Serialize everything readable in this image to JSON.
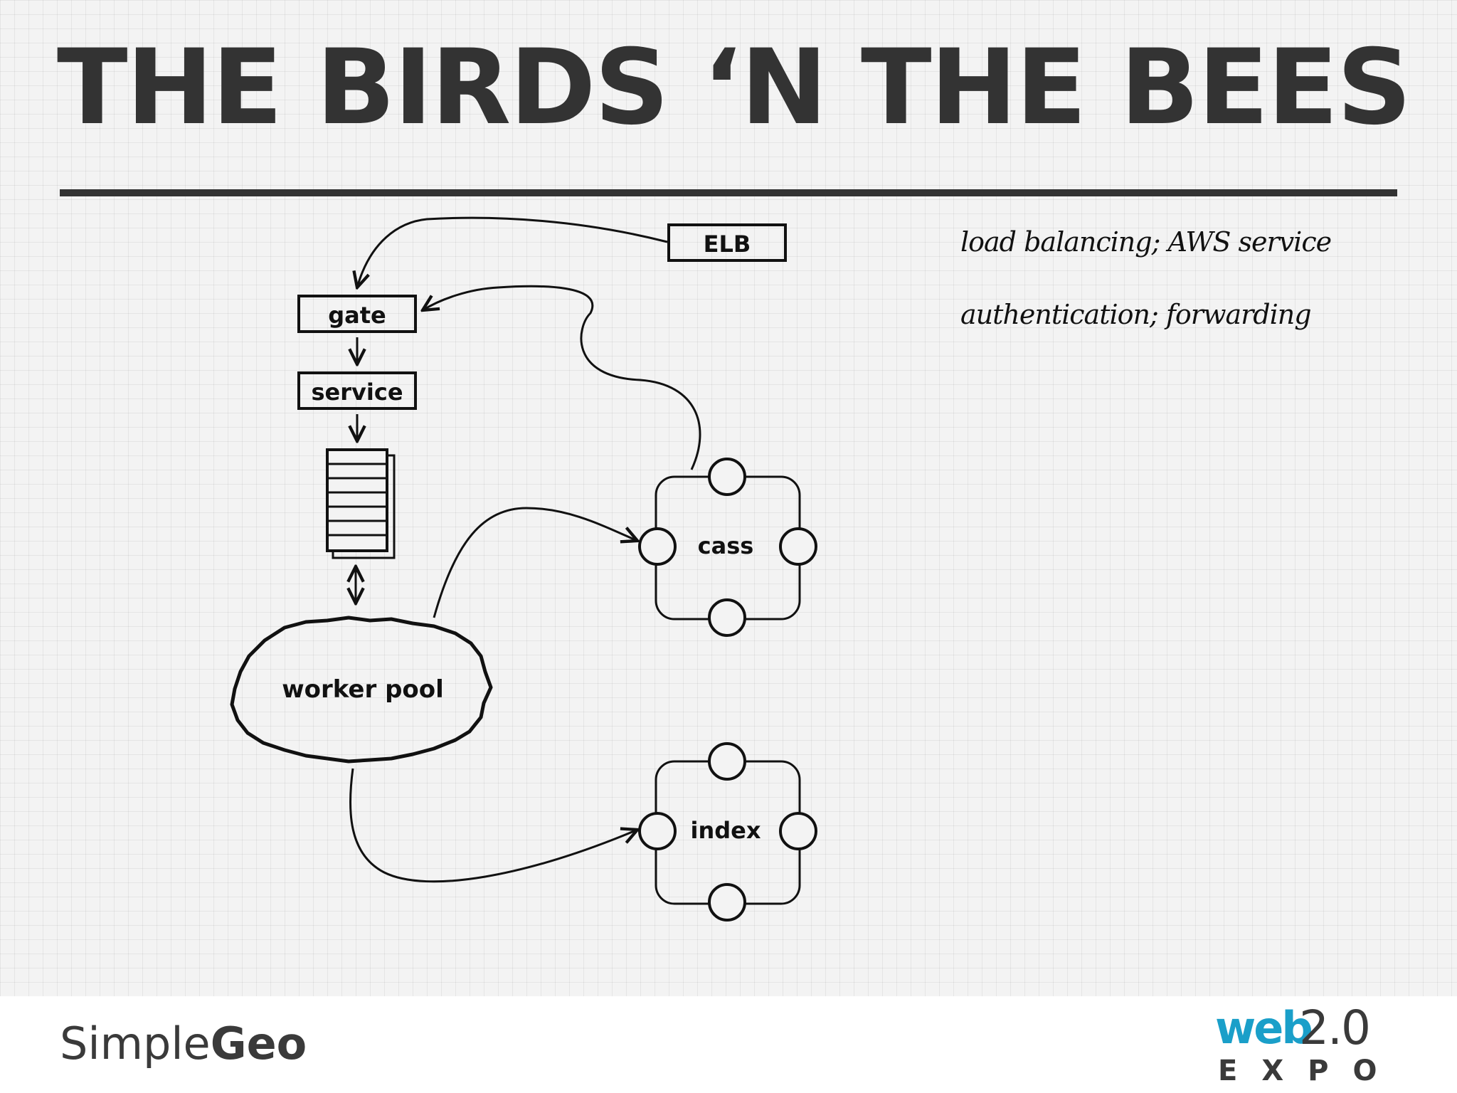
{
  "slide": {
    "title": "THE BIRDS ‘N THE BEES"
  },
  "diagram": {
    "nodes": {
      "elb": "ELB",
      "gate": "gate",
      "service": "service",
      "worker_pool": "worker pool",
      "cass": "cass",
      "index": "index"
    }
  },
  "notes": {
    "elb": "load balancing; AWS service",
    "gate": "authentication; forwarding"
  },
  "footer": {
    "simplegeo_light": "Simple",
    "simplegeo_bold": "Geo",
    "web_text": "web",
    "version_text": "2.0",
    "expo_text": "EXPO"
  },
  "colors": {
    "title": "#333333",
    "web_brand": "#1a9fc9",
    "ink": "#111111"
  }
}
